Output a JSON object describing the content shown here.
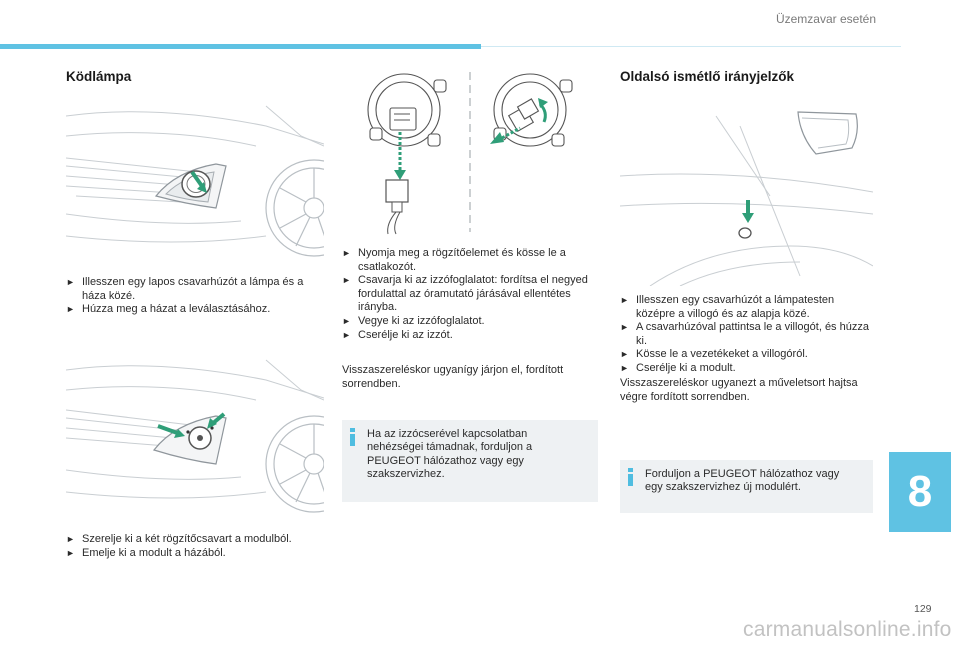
{
  "header": {
    "title": "Üzemzavar esetén"
  },
  "fog_lamp": {
    "title": "Ködlámpa",
    "steps_a": [
      "Illesszen egy lapos csavarhúzót a lámpa és a háza közé.",
      "Húzza meg a házat a leválasztásához."
    ],
    "steps_b": [
      "Szerelje ki a két rögzítőcsavart a modulból.",
      "Emelje ki a modult a házából."
    ]
  },
  "bulb": {
    "steps": [
      "Nyomja meg a rögzítőelemet és kösse le a csatlakozót.",
      "Csavarja ki az izzófoglalatot: fordítsa el negyed fordulattal az óramutató járásával ellentétes irányba.",
      "Vegye ki az izzófoglalatot.",
      "Cserélje ki az izzót."
    ],
    "refit": "Visszaszereléskor ugyanígy járjon el, fordított sorrendben.",
    "info": "Ha az izzócserével kapcsolatban nehézségei támadnak, forduljon a PEUGEOT hálózathoz vagy egy szakszervizhez."
  },
  "side_repeater": {
    "title": "Oldalsó ismétlő irányjelzők",
    "steps": [
      "Illesszen egy csavarhúzót a lámpatesten középre a villogó és az alapja közé.",
      "A csavarhúzóval pattintsa le a villogót, és húzza ki.",
      "Kösse le a vezetékeket a villogóról.",
      "Cserélje ki a modult."
    ],
    "refit": "Visszaszereléskor ugyanezt a műveletsort hajtsa végre fordított sorrendben.",
    "info": "Forduljon a PEUGEOT hálózathoz vagy egy szakszervizhez új modulért."
  },
  "chapter": "8",
  "page_number": "129",
  "watermark": "carmanualsonline.info",
  "colors": {
    "accent": "#5fc2e3",
    "arrow": "#2f9e78",
    "infobox": "#eef1f3"
  },
  "bullet_icon": "arrow-bullet-icon"
}
